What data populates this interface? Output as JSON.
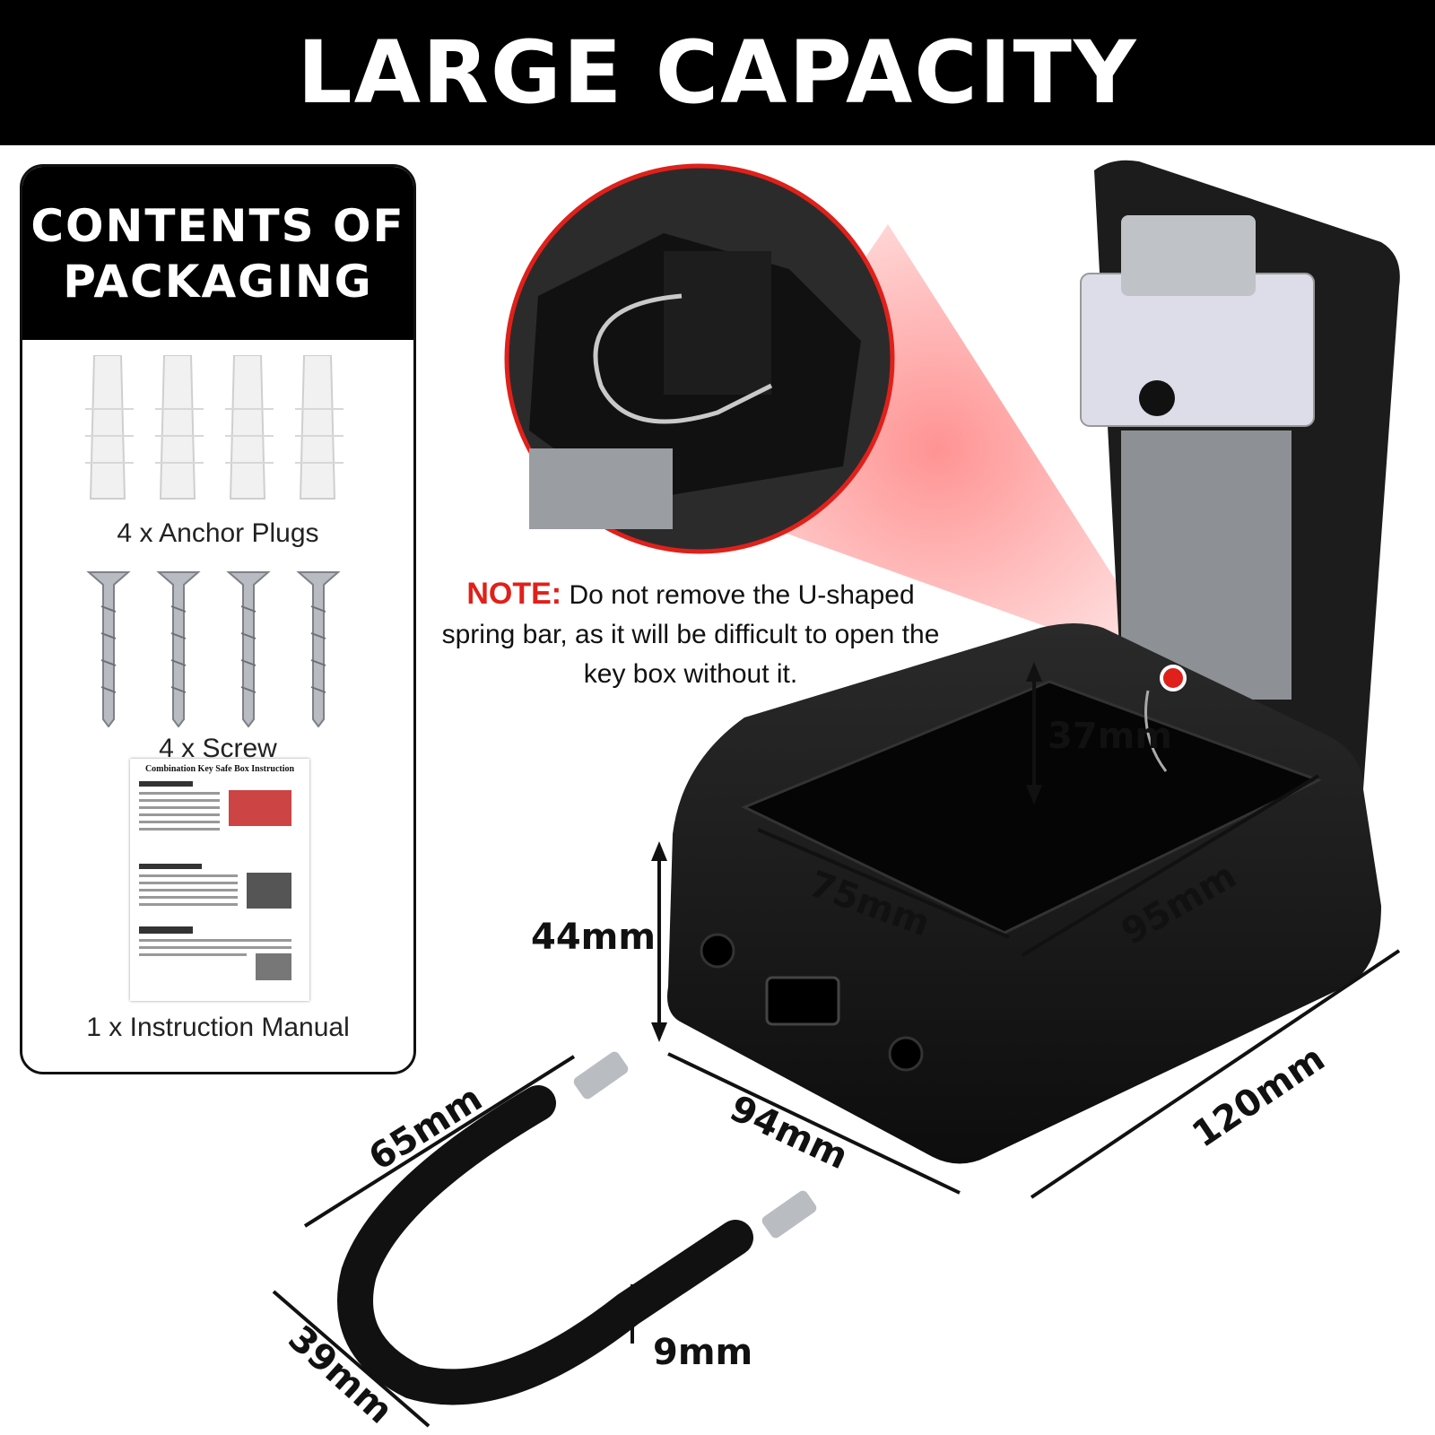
{
  "banner": {
    "title": "LARGE CAPACITY"
  },
  "contents": {
    "heading_line1": "CONTENTS OF",
    "heading_line2": "PACKAGING",
    "items": [
      {
        "label": "4 x Anchor Plugs"
      },
      {
        "label": "4 x Screw"
      },
      {
        "label": "1 x Instruction Manual"
      }
    ],
    "manual_title": "Combination Key Safe Box Instruction"
  },
  "note": {
    "label": "NOTE:",
    "text": " Do not remove the U-shaped spring bar, as it will be difficult to open the key box without it."
  },
  "dimensions": {
    "depth_inner": "37mm",
    "height": "44mm",
    "inner_width": "75mm",
    "inner_length": "95mm",
    "width": "94mm",
    "length": "120mm",
    "shackle_length": "65mm",
    "shackle_width": "39mm",
    "shackle_thickness": "9mm"
  },
  "colors": {
    "accent": "#e0201a",
    "dark": "#111111"
  }
}
